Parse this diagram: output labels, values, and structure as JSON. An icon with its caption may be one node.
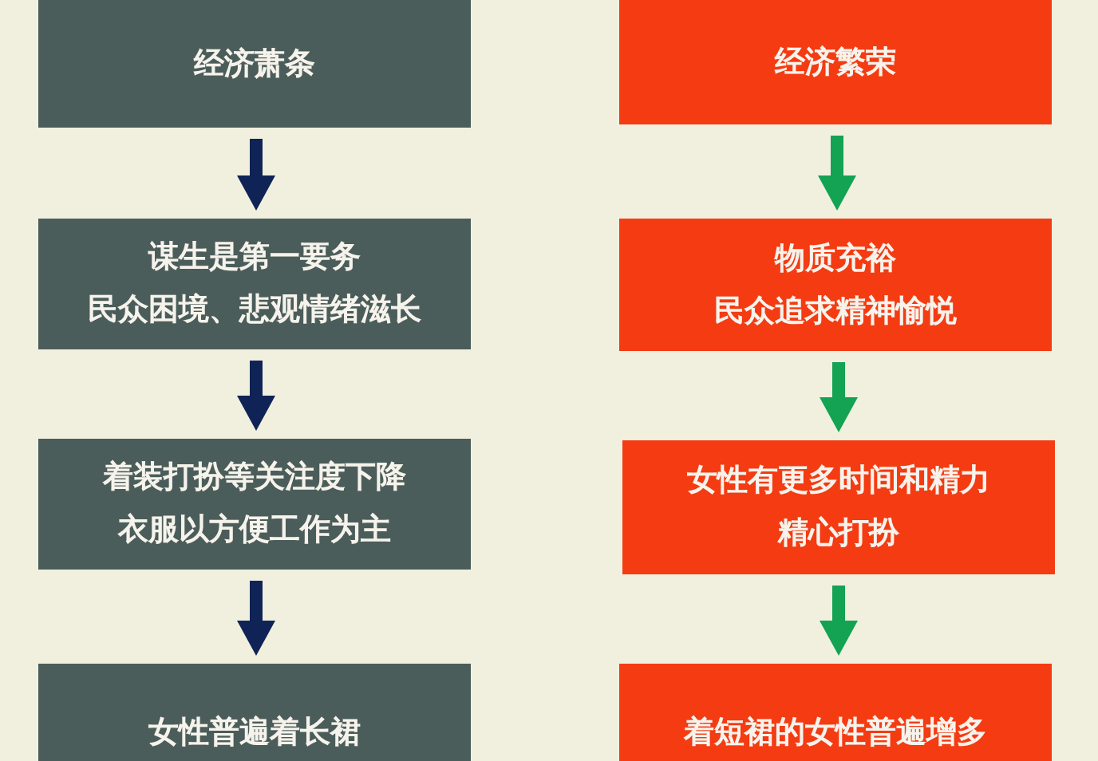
{
  "diagram": {
    "nodes": [
      {
        "text": [
          "经济萧条"
        ]
      },
      {
        "text": [
          "谋生是第一要务",
          "民众困境、悲观情绪滋长"
        ]
      },
      {
        "text": [
          "着装打扮等关注度下降",
          "衣服以方便工作为主"
        ]
      },
      {
        "text": [
          "女性普遍着长裙"
        ]
      },
      {
        "text": [
          "经济繁荣"
        ]
      },
      {
        "text": [
          "物质充裕",
          "民众追求精神愉悦"
        ]
      },
      {
        "text": [
          "女性有更多时间和精力精心打扮"
        ]
      },
      {
        "text": [
          "着短裙的女性普遍增多"
        ]
      }
    ],
    "edges": [
      {
        "from": 0,
        "to": 1,
        "arrow": "to",
        "color": "#0f2356"
      },
      {
        "from": 1,
        "to": 2,
        "arrow": "to",
        "color": "#0f2356"
      },
      {
        "from": 2,
        "to": 3,
        "arrow": "to",
        "color": "#0f2356"
      },
      {
        "from": 4,
        "to": 5,
        "arrow": "to",
        "color": "#13a352"
      },
      {
        "from": 5,
        "to": 6,
        "arrow": "to",
        "color": "#13a352"
      },
      {
        "from": 6,
        "to": 7,
        "arrow": "to",
        "color": "#13a352"
      }
    ]
  }
}
